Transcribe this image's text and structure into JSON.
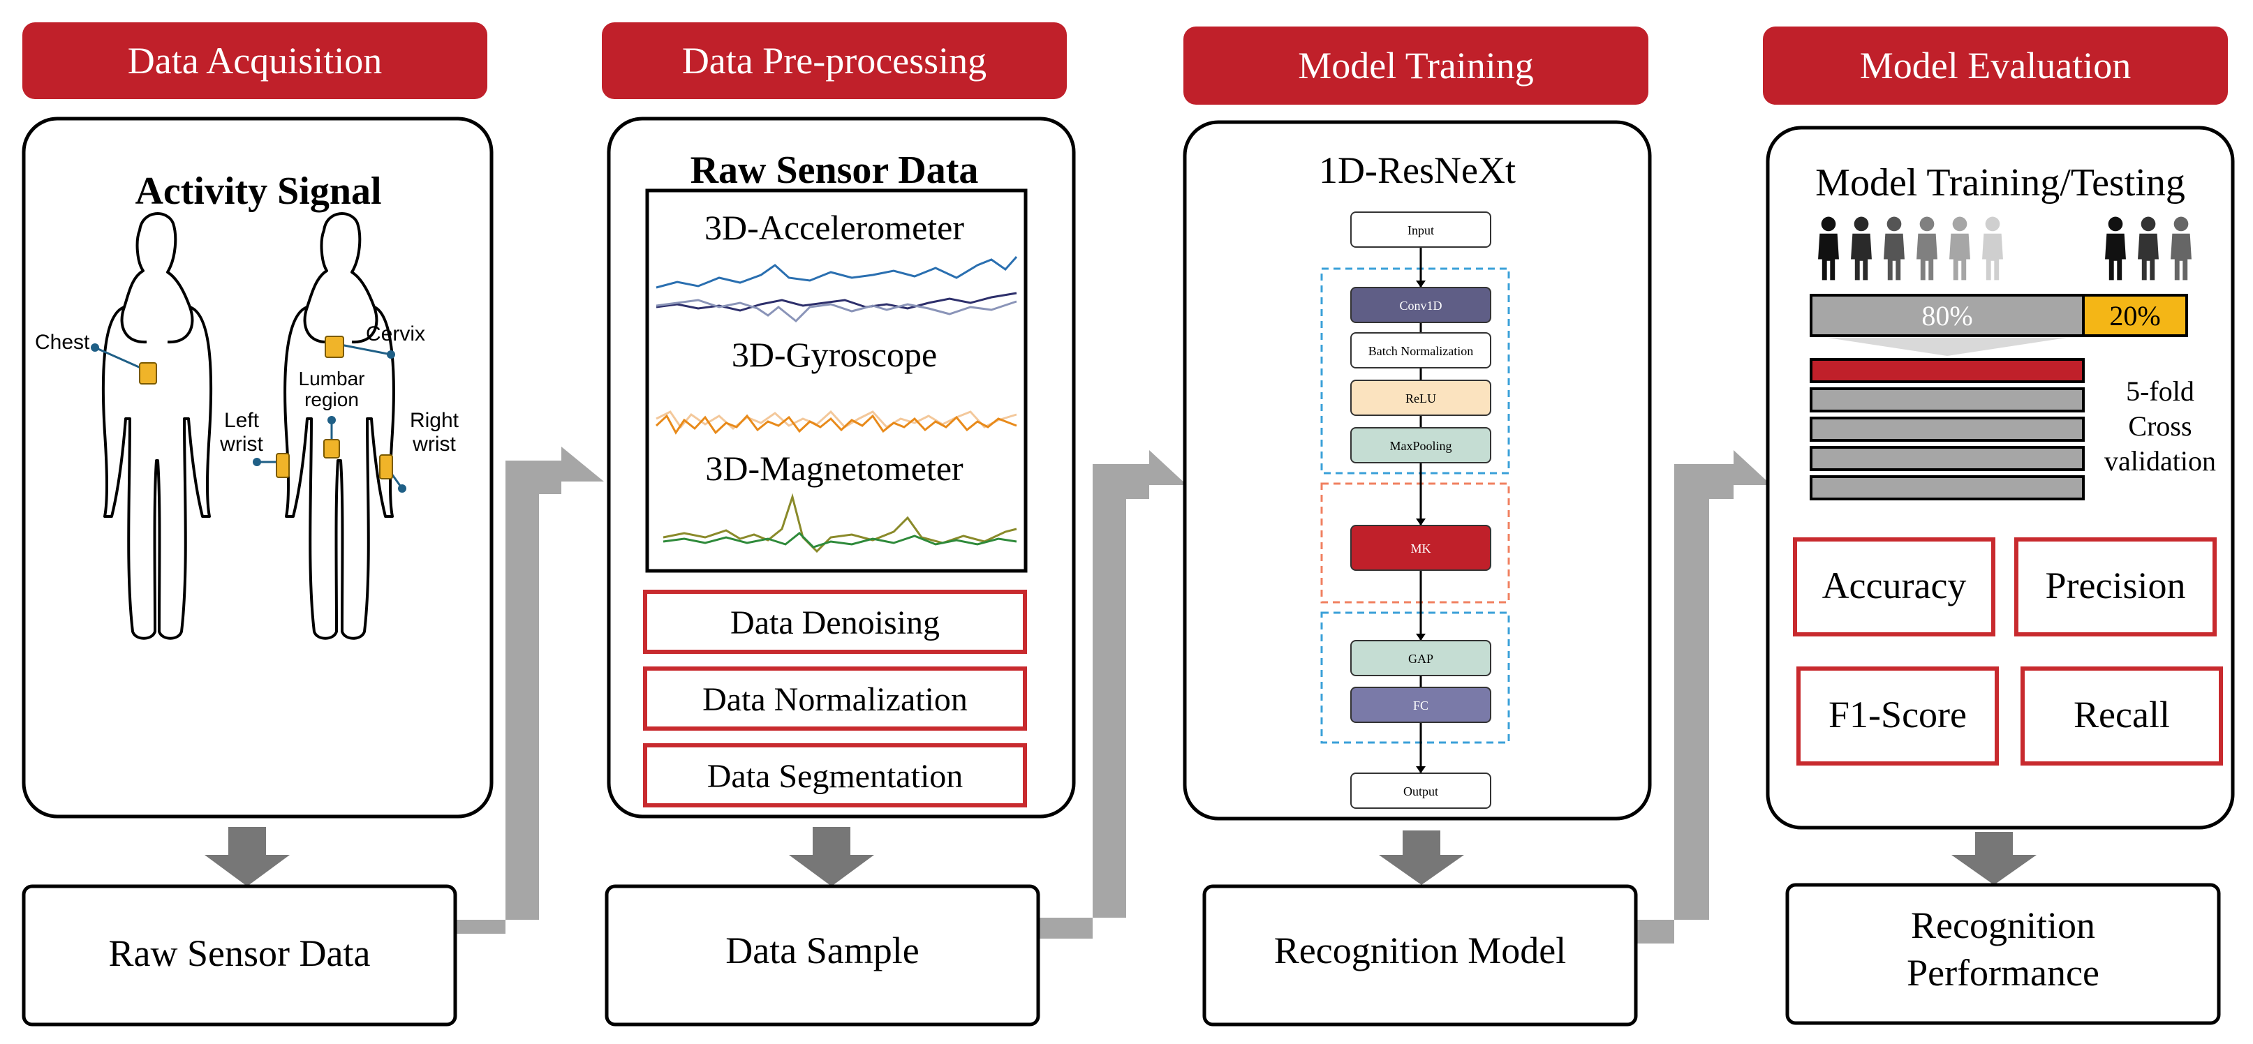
{
  "colors": {
    "header_red": "#c0202a",
    "outline_red": "#c82a2e",
    "arrow_gray": "#a6a6a6",
    "down_arrow_gray": "#777777",
    "split_gold": "#f4b616"
  },
  "stages": {
    "acquisition": {
      "header": "Data Acquisition",
      "panel_title": "Activity Signal",
      "labels": {
        "chest": "Chest",
        "cervix": "Cervix",
        "lumbar_1": "Lumbar",
        "lumbar_2": "region",
        "left_1": "Left",
        "left_2": "wrist",
        "right_1": "Right",
        "right_2": "wrist"
      },
      "output": "Raw Sensor Data"
    },
    "preprocessing": {
      "header": "Data Pre-processing",
      "panel_title": "Raw Sensor Data",
      "sensors": [
        "3D-Accelerometer",
        "3D-Gyroscope",
        "3D-Magnetometer"
      ],
      "steps": [
        "Data Denoising",
        "Data Normalization",
        "Data Segmentation"
      ],
      "output": "Data Sample"
    },
    "training": {
      "header": "Model Training",
      "panel_title": "1D-ResNeXt",
      "blocks": {
        "input": "Input",
        "conv": "Conv1D",
        "bn": "Batch Normalization",
        "relu": "ReLU",
        "pool": "MaxPooling",
        "mk": "MK",
        "gap": "GAP",
        "fc": "FC",
        "output": "Output"
      },
      "output": "Recognition Model"
    },
    "evaluation": {
      "header": "Model Evaluation",
      "panel_title": "Model Training/Testing",
      "train_split": "80%",
      "test_split": "20%",
      "cv_1": "5-fold",
      "cv_2": "Cross",
      "cv_3": "validation",
      "metrics": [
        "Accuracy",
        "Precision",
        "F1-Score",
        "Recall"
      ],
      "output_1": "Recognition",
      "output_2": "Performance"
    }
  }
}
